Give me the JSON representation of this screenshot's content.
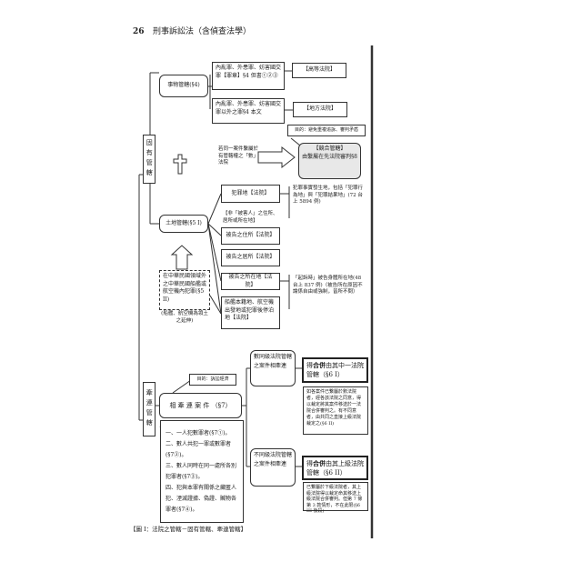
{
  "header": {
    "page_number": "26",
    "book_title": "刑事訴訟法（含偵查法學）"
  },
  "inherent": {
    "label": "固有管轄",
    "subject": {
      "label": "事物管轄(§4)",
      "high_crime": "內亂罪、外患罪、妨害國交罪【罪章】§4 但書①②③",
      "high_court": "【高等法院】",
      "local_crime": "內亂罪、外患罪、妨害國交罪以外之罪§4 本文",
      "local_court": "【地方法院】"
    },
    "competing": {
      "purpose": "目的：避免重複追訴、審判矛盾",
      "condition": "若同一案件繫屬於有管轄權之「數」法院",
      "title": "【競合管轄】",
      "body": "由繫屬在先法院審判§8"
    },
    "territorial": {
      "label": "土地管轄(§5 I)",
      "crime_place": "犯罪地【法院】",
      "crime_place_note": "犯罪事實發生地，包括「犯罪行為地」與「犯罪結果地」(72 台上 5894 例)",
      "not_victim": "【非「被害人」之住所、居所或所在地】",
      "domicile": "被告之住所【法院】",
      "residence": "被告之居所【法院】",
      "location": "被告之所在地【法院】",
      "location_note": "「起訴時」被告身體所在地(48 台上 837 例)（被告所在原因不論係自由或強制，皆所不問）",
      "vessel": "船艦本籍地、航空機出發地或犯罪後停泊地【法院】",
      "abroad": "在中華民國領域外之中華民國船艦或航空機內犯罪(§5 II)",
      "abroad_note": "(船艦、航空機為領土之延伸)"
    }
  },
  "related": {
    "label": "牽連管轄",
    "purpose": "目的：訴訟經濟",
    "cases": "相 牽 連 案 件 （§7）",
    "list": [
      "一、一人犯數罪者(§7①)。",
      "二、數人共犯一罪或數罪者(§7②)。",
      "三、數人同時在同一處所各別犯罪者(§7③)。",
      "四、犯與本罪有關係之藏匿人犯、湮滅證據、偽證、贓物各罪者(§7④)。"
    ],
    "same_level": {
      "label": "數同級法院管轄之案件相牽連",
      "rule_pre": "得",
      "rule_bold": "合併",
      "rule_post": "由其中一法院管轄（§6 I）",
      "note": "如各案件已繫屬於數法院者，經各該法院之同意，得以裁定將其案件移送於一法院合併審判之。有不同意者，由共同之直接上級法院裁定之(§6 II)"
    },
    "diff_level": {
      "label": "不同級法院管轄之案件相牽連",
      "rule_pre": "得",
      "rule_bold": "合併",
      "rule_post": "由其上級法院管轄（§6 II）",
      "note": "已繫屬於下級法院者，其上級法院得以裁定命其移送上級法院合併審判。但第 7 條第 3 款情形，不在此限(§6 III 後段)"
    }
  },
  "caption": "【圖 I：法院之管轄－固有管轄、牽連管轄】"
}
